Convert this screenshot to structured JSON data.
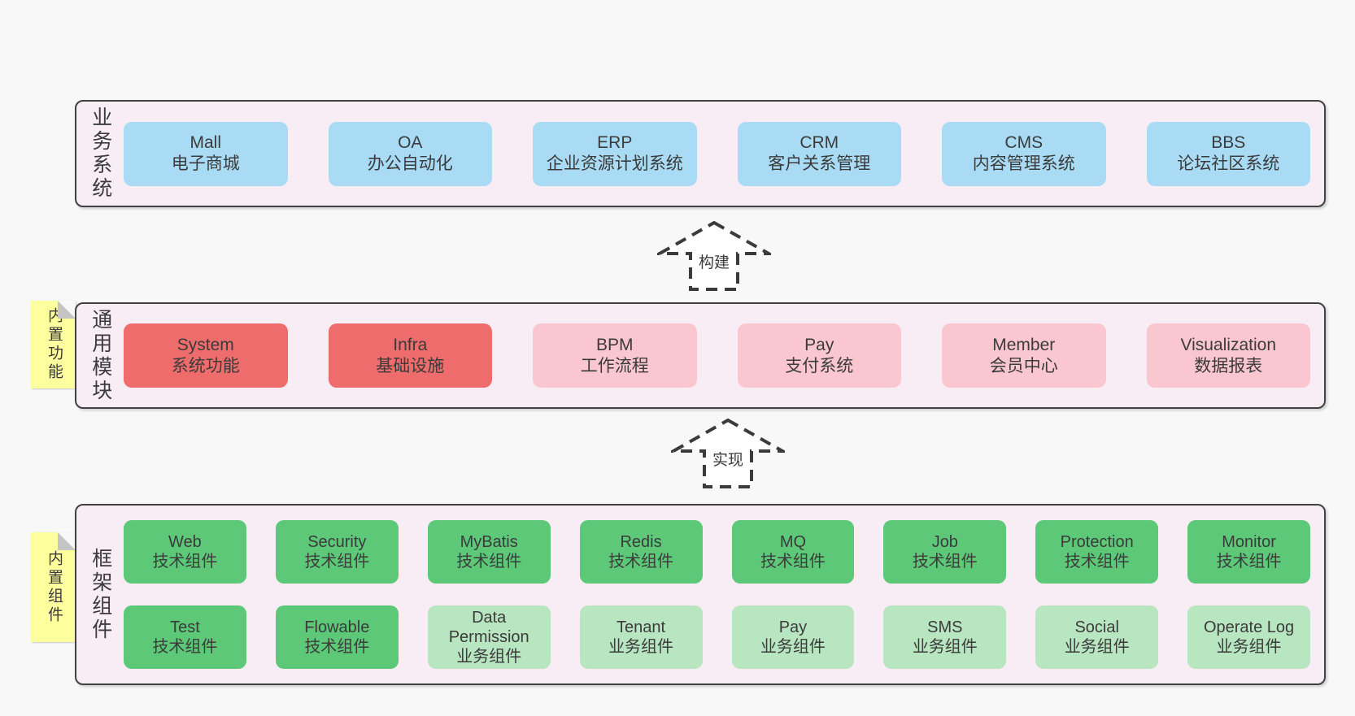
{
  "colors": {
    "page_bg": "#f8f8f8",
    "container_bg": "#f9edf5",
    "container_border": "#424242",
    "node_blue": "#a9dbf5",
    "node_red": "#ef6c6c",
    "node_pink": "#fac7d1",
    "node_green": "#5cc878",
    "node_green_light": "#b8e6c1",
    "sticky_yellow": "#fdfe9e",
    "sticky_fold_gray": "#c5c5c5",
    "text": "#3b3b3b"
  },
  "arrows": [
    {
      "label": "构建"
    },
    {
      "label": "实现"
    }
  ],
  "stickies": [
    {
      "text": "内置功能"
    },
    {
      "text": "内置组件"
    }
  ],
  "layers": [
    {
      "label": "业务系统",
      "boxes": [
        {
          "name": "Mall",
          "desc": "电子商城"
        },
        {
          "name": "OA",
          "desc": "办公自动化"
        },
        {
          "name": "ERP",
          "desc": "企业资源计划系统"
        },
        {
          "name": "CRM",
          "desc": "客户关系管理"
        },
        {
          "name": "CMS",
          "desc": "内容管理系统"
        },
        {
          "name": "BBS",
          "desc": "论坛社区系统"
        }
      ]
    },
    {
      "label": "通用模块",
      "boxes": [
        {
          "name": "System",
          "desc": "系统功能"
        },
        {
          "name": "Infra",
          "desc": "基础设施"
        },
        {
          "name": "BPM",
          "desc": "工作流程"
        },
        {
          "name": "Pay",
          "desc": "支付系统"
        },
        {
          "name": "Member",
          "desc": "会员中心"
        },
        {
          "name": "Visualization",
          "desc": "数据报表"
        }
      ]
    },
    {
      "label": "框架组件",
      "rows": [
        [
          {
            "name": "Web",
            "desc": "技术组件"
          },
          {
            "name": "Security",
            "desc": "技术组件"
          },
          {
            "name": "MyBatis",
            "desc": "技术组件"
          },
          {
            "name": "Redis",
            "desc": "技术组件"
          },
          {
            "name": "MQ",
            "desc": "技术组件"
          },
          {
            "name": "Job",
            "desc": "技术组件"
          },
          {
            "name": "Protection",
            "desc": "技术组件"
          },
          {
            "name": "Monitor",
            "desc": "技术组件"
          }
        ],
        [
          {
            "name": "Test",
            "desc": "技术组件"
          },
          {
            "name": "Flowable",
            "desc": "技术组件"
          },
          {
            "name": "Data Permission",
            "desc": "业务组件"
          },
          {
            "name": "Tenant",
            "desc": "业务组件"
          },
          {
            "name": "Pay",
            "desc": "业务组件"
          },
          {
            "name": "SMS",
            "desc": "业务组件"
          },
          {
            "name": "Social",
            "desc": "业务组件"
          },
          {
            "name": "Operate Log",
            "desc": "业务组件"
          }
        ]
      ]
    }
  ]
}
